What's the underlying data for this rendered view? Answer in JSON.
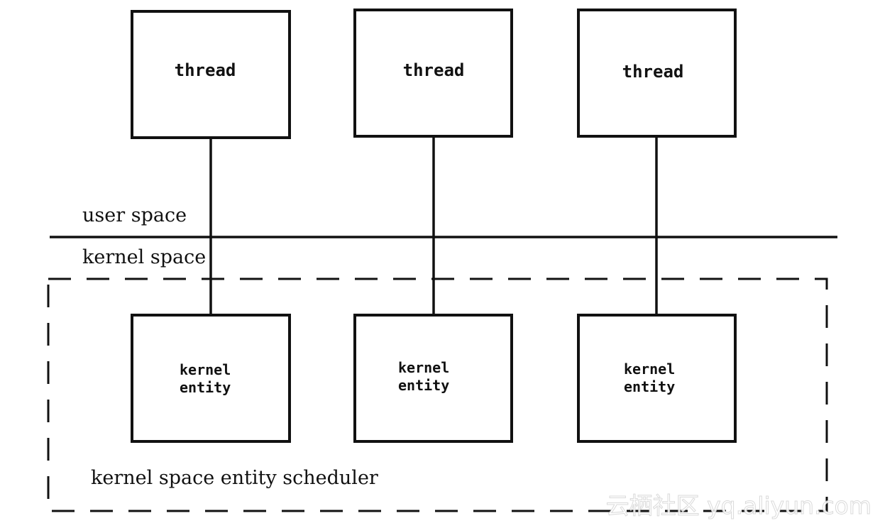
{
  "threads": [
    {
      "label": "thread"
    },
    {
      "label": "thread"
    },
    {
      "label": "thread"
    }
  ],
  "kernel_entities": [
    {
      "line1": "kernel",
      "line2": "entity"
    },
    {
      "line1": "kernel",
      "line2": "entity"
    },
    {
      "line1": "kernel",
      "line2": "entity"
    }
  ],
  "regions": {
    "user_space": "user space",
    "kernel_space": "kernel space",
    "scheduler": "kernel space entity scheduler"
  },
  "watermark": "云栖社区 yq.aliyun.com",
  "colors": {
    "stroke": "#111111",
    "background": "#ffffff"
  }
}
